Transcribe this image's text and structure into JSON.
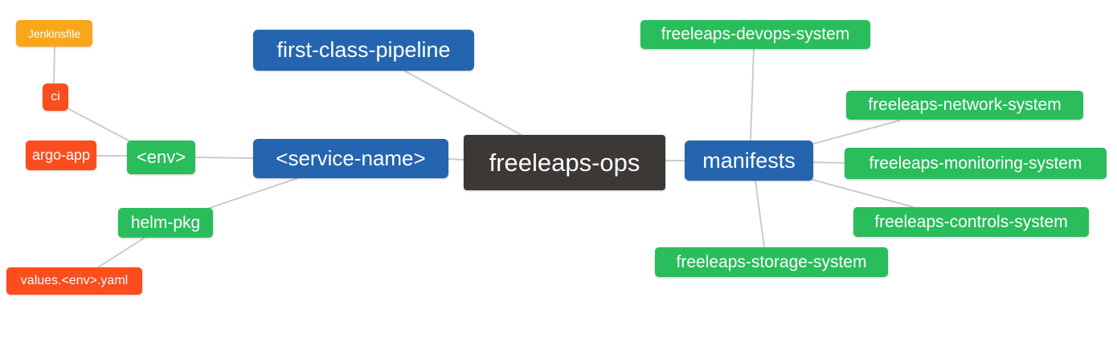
{
  "diagram": {
    "type": "mind-map",
    "root_label": "freeleaps-ops"
  },
  "colors": {
    "blue": "#2565af",
    "green": "#29bd5b",
    "red": "#fb4d1d",
    "orange": "#f9a61b",
    "dark": "#3b3836",
    "line": "#cccccc",
    "text": "#ffffff",
    "bg": "#ffffff"
  },
  "nodes": [
    {
      "id": "jenkinsfile",
      "label": "Jenkinsfile",
      "color": "orange"
    },
    {
      "id": "ci",
      "label": "ci",
      "color": "red"
    },
    {
      "id": "argo-app",
      "label": "argo-app",
      "color": "red"
    },
    {
      "id": "env",
      "label": "<env>",
      "color": "green"
    },
    {
      "id": "helm-pkg",
      "label": "helm-pkg",
      "color": "green"
    },
    {
      "id": "values-env-yaml",
      "label": "values.<env>.yaml",
      "color": "red"
    },
    {
      "id": "first-class-pipeline",
      "label": "first-class-pipeline",
      "color": "blue"
    },
    {
      "id": "service-name",
      "label": "<service-name>",
      "color": "blue"
    },
    {
      "id": "freeleaps-ops",
      "label": "freeleaps-ops",
      "color": "dark"
    },
    {
      "id": "manifests",
      "label": "manifests",
      "color": "blue"
    },
    {
      "id": "freeleaps-devops-system",
      "label": "freeleaps-devops-system",
      "color": "green"
    },
    {
      "id": "freeleaps-network-system",
      "label": "freeleaps-network-system",
      "color": "green"
    },
    {
      "id": "freeleaps-monitoring-system",
      "label": "freeleaps-monitoring-system",
      "color": "green"
    },
    {
      "id": "freeleaps-controls-system",
      "label": "freeleaps-controls-system",
      "color": "green"
    },
    {
      "id": "freeleaps-storage-system",
      "label": "freeleaps-storage-system",
      "color": "green"
    }
  ],
  "edges": [
    {
      "from": "jenkinsfile",
      "to": "ci"
    },
    {
      "from": "ci",
      "to": "env"
    },
    {
      "from": "argo-app",
      "to": "env"
    },
    {
      "from": "env",
      "to": "service-name"
    },
    {
      "from": "helm-pkg",
      "to": "service-name"
    },
    {
      "from": "values-env-yaml",
      "to": "helm-pkg"
    },
    {
      "from": "first-class-pipeline",
      "to": "freeleaps-ops"
    },
    {
      "from": "service-name",
      "to": "freeleaps-ops"
    },
    {
      "from": "freeleaps-ops",
      "to": "manifests"
    },
    {
      "from": "freeleaps-devops-system",
      "to": "manifests"
    },
    {
      "from": "manifests",
      "to": "freeleaps-network-system"
    },
    {
      "from": "manifests",
      "to": "freeleaps-monitoring-system"
    },
    {
      "from": "manifests",
      "to": "freeleaps-controls-system"
    },
    {
      "from": "manifests",
      "to": "freeleaps-storage-system"
    }
  ]
}
